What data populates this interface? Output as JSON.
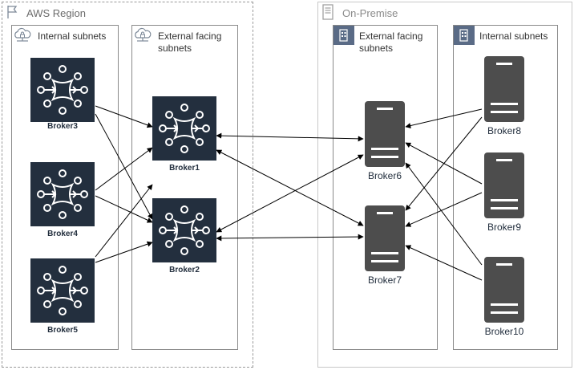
{
  "aws_region": {
    "title": "AWS Region",
    "internal_subnets": {
      "title": "Internal subnets"
    },
    "external_subnets": {
      "title": "External facing subnets"
    },
    "brokers": [
      "Broker3",
      "Broker4",
      "Broker5",
      "Broker1",
      "Broker2"
    ]
  },
  "on_premise": {
    "title": "On-Premise",
    "external_subnets": {
      "title": "External facing subnets"
    },
    "internal_subnets": {
      "title": "Internal subnets"
    },
    "brokers": [
      "Broker6",
      "Broker7",
      "Broker8",
      "Broker9",
      "Broker10"
    ]
  },
  "colors": {
    "aws_icon_bg": "#232f3e",
    "server_bg": "#4d4d4d",
    "subnet_icon_aws": "#7d8998",
    "subnet_icon_onprem": "#5a6b86"
  }
}
